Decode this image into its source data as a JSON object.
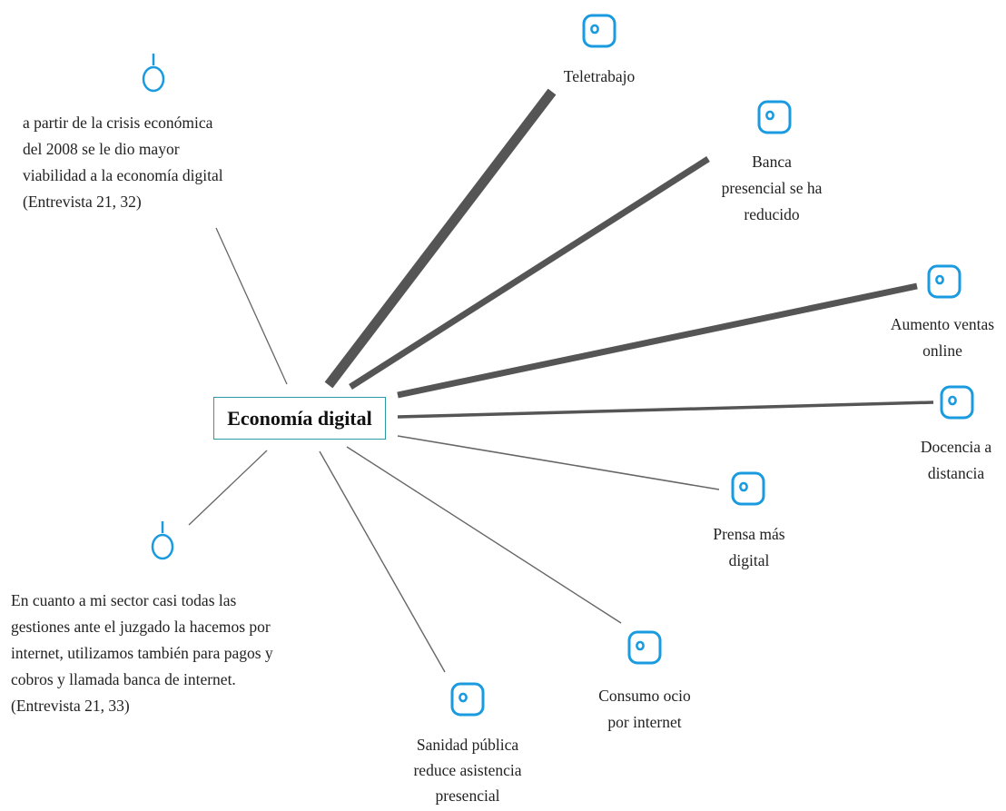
{
  "center": {
    "label": "Economía digital"
  },
  "quotes": [
    {
      "id": "q1",
      "text": "a partir de la crisis económica\ndel 2008 se le dio mayor\nviabilidad a la economía digital\n(Entrevista 21, 32)",
      "icon": "quote-marker-icon"
    },
    {
      "id": "q2",
      "text": "En cuanto a mi sector casi todas las\ngestiones ante el juzgado la hacemos por\ninternet, utilizamos también para pagos y\ncobros y llamada banca de internet.\n(Entrevista 21, 33)",
      "icon": "quote-marker-icon"
    }
  ],
  "codes": [
    {
      "id": "teletrabajo",
      "label": "Teletrabajo",
      "icon": "code-icon"
    },
    {
      "id": "banca",
      "label": "Banca\npresencial se ha\nreducido",
      "icon": "code-icon"
    },
    {
      "id": "ventas",
      "label": "Aumento ventas\nonline",
      "icon": "code-icon"
    },
    {
      "id": "docencia",
      "label": "Docencia a\ndistancia",
      "icon": "code-icon"
    },
    {
      "id": "prensa",
      "label": "Prensa más\ndigital",
      "icon": "code-icon"
    },
    {
      "id": "ocio",
      "label": "Consumo ocio\npor internet",
      "icon": "code-icon"
    },
    {
      "id": "sanidad",
      "label": "Sanidad pública\nreduce asistencia\npresencial",
      "icon": "code-icon"
    }
  ],
  "colors": {
    "accent": "#1a9be0",
    "border": "#2a9aa8",
    "edge": "#555555",
    "thin_edge": "#666666"
  }
}
